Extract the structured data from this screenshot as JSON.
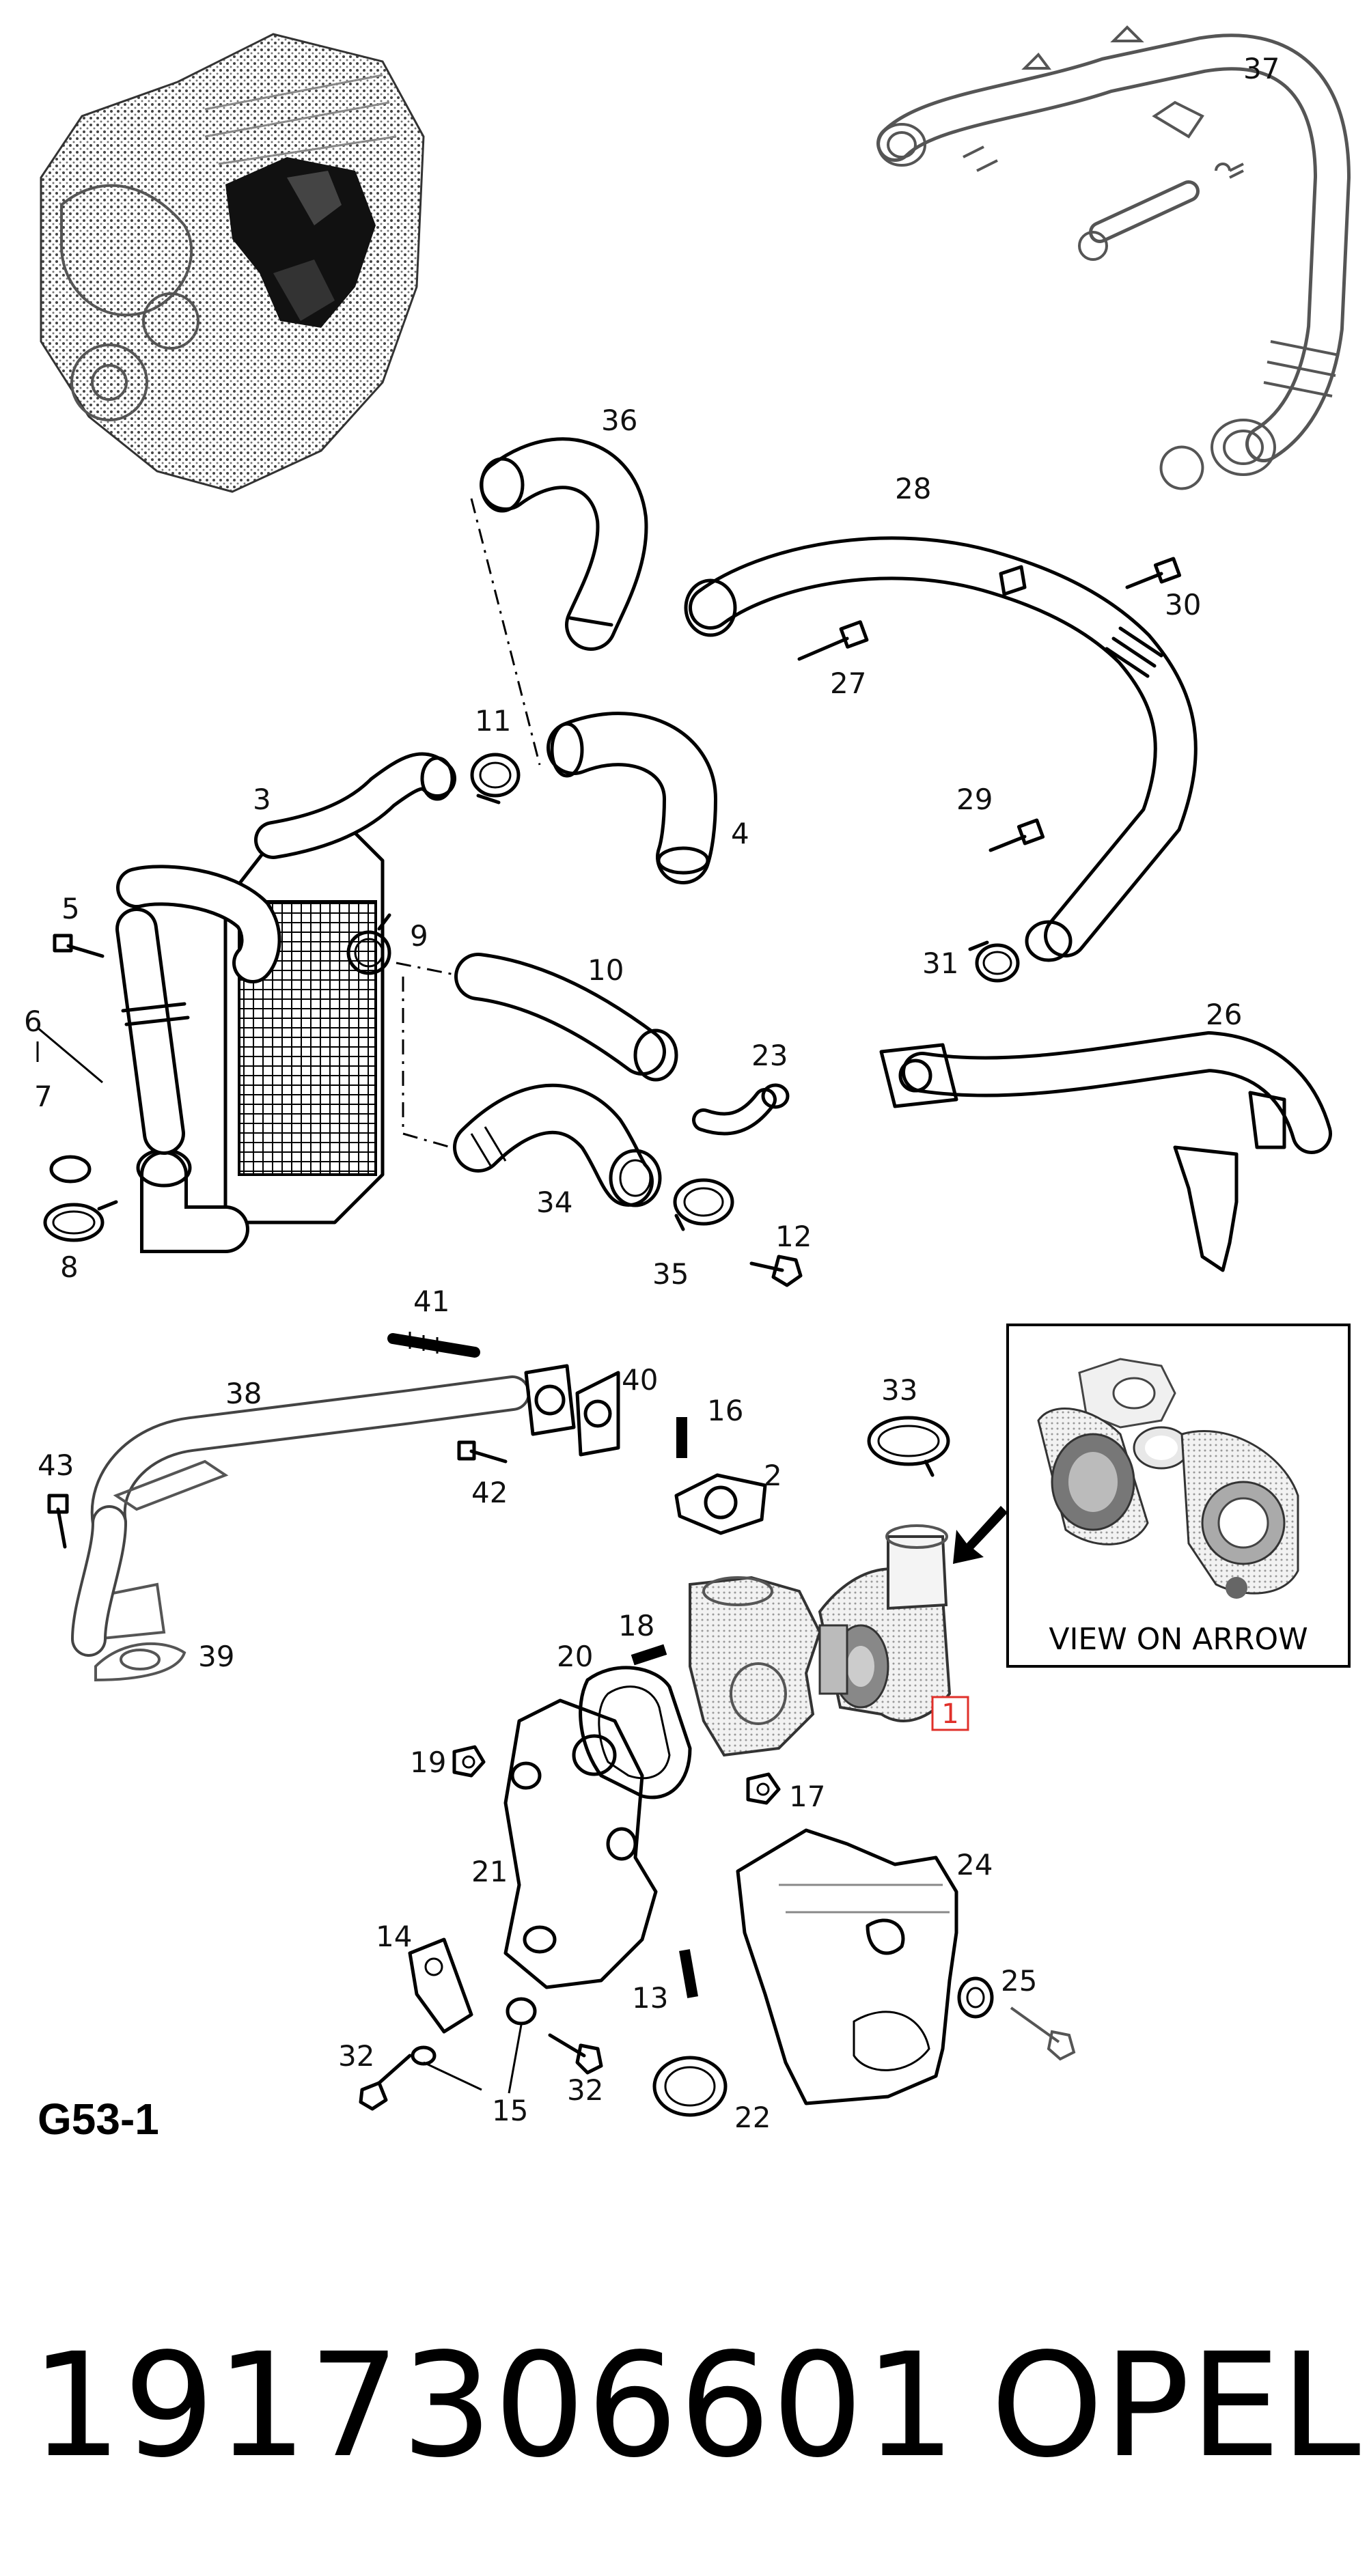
{
  "sheet_label": "G53-1",
  "part_number": "1917306601",
  "brand": "OPEL",
  "view_label": "VIEW ON ARROW",
  "highlight_callout": "1",
  "callouts": {
    "c2": "2",
    "c3": "3",
    "c4": "4",
    "c5": "5",
    "c6": "6",
    "c7": "7",
    "c8": "8",
    "c9": "9",
    "c10": "10",
    "c11": "11",
    "c12": "12",
    "c13": "13",
    "c14": "14",
    "c15": "15",
    "c16": "16",
    "c17": "17",
    "c18": "18",
    "c19": "19",
    "c20": "20",
    "c21": "21",
    "c22": "22",
    "c23": "23",
    "c24": "24",
    "c25": "25",
    "c26": "26",
    "c27": "27",
    "c28": "28",
    "c29": "29",
    "c30": "30",
    "c31": "31",
    "c32a": "32",
    "c32b": "32",
    "c33": "33",
    "c34": "34",
    "c35": "35",
    "c36": "36",
    "c37": "37",
    "c38": "38",
    "c39": "39",
    "c40": "40",
    "c41": "41",
    "c42": "42",
    "c43": "43"
  }
}
